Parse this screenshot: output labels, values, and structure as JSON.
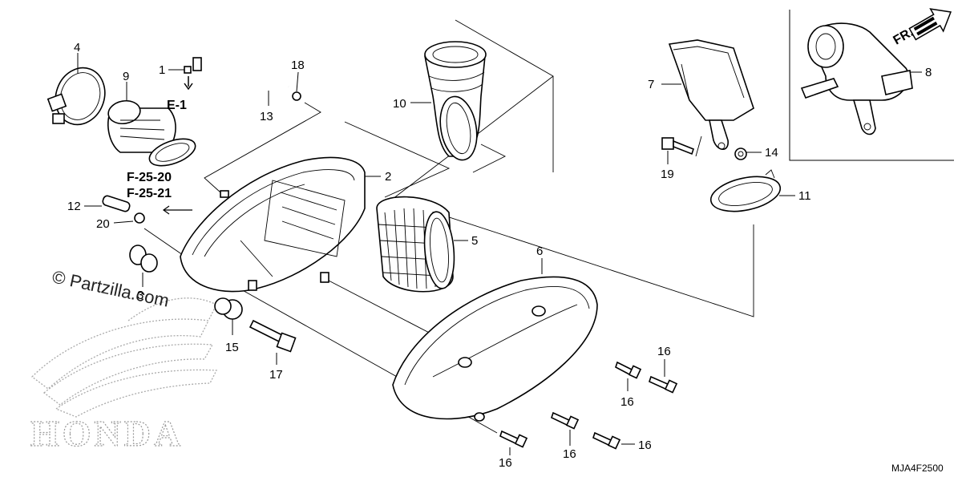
{
  "diagram": {
    "callouts": [
      {
        "id": "c1",
        "text": "1"
      },
      {
        "id": "c2",
        "text": "2"
      },
      {
        "id": "c3",
        "text": "3"
      },
      {
        "id": "c4",
        "text": "4"
      },
      {
        "id": "c5",
        "text": "5"
      },
      {
        "id": "c6",
        "text": "6"
      },
      {
        "id": "c7",
        "text": "7"
      },
      {
        "id": "c8",
        "text": "8"
      },
      {
        "id": "c9",
        "text": "9"
      },
      {
        "id": "c10",
        "text": "10"
      },
      {
        "id": "c11",
        "text": "11"
      },
      {
        "id": "c12",
        "text": "12"
      },
      {
        "id": "c13",
        "text": "13"
      },
      {
        "id": "c14",
        "text": "14"
      },
      {
        "id": "c15",
        "text": "15"
      },
      {
        "id": "c16a",
        "text": "16"
      },
      {
        "id": "c16b",
        "text": "16"
      },
      {
        "id": "c16c",
        "text": "16"
      },
      {
        "id": "c16d",
        "text": "16"
      },
      {
        "id": "c16e",
        "text": "16"
      },
      {
        "id": "c17",
        "text": "17"
      },
      {
        "id": "c18",
        "text": "18"
      },
      {
        "id": "c19",
        "text": "19"
      },
      {
        "id": "c20",
        "text": "20"
      }
    ],
    "refs": {
      "e1": "E-1",
      "f2520": "F-25-20",
      "f2521": "F-25-21"
    },
    "front_arrow_label": "FR.",
    "diagram_code": "MJA4F2500",
    "watermark": "© Partzilla.com",
    "logo": "HONDA"
  }
}
